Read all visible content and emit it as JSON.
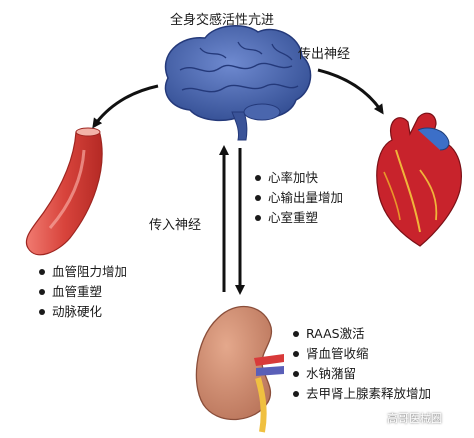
{
  "labels": {
    "top": "全身交感活性亢进",
    "efferent": "传出神经",
    "afferent": "传入神经"
  },
  "vessel_effects": [
    "血管阻力增加",
    "血管重塑",
    "动脉硬化"
  ],
  "heart_effects": [
    "心率加快",
    "心输出量增加",
    "心室重塑"
  ],
  "kidney_effects": [
    "RAAS激活",
    "肾血管收缩",
    "水钠潴留",
    "去甲肾上腺素释放增加"
  ],
  "watermark": "高哥医械圈",
  "colors": {
    "brain": "#3f5ea8",
    "heart": "#c8232c",
    "kidney": "#c98a6e",
    "artery": "#e05a4d",
    "arrow": "#111111"
  }
}
